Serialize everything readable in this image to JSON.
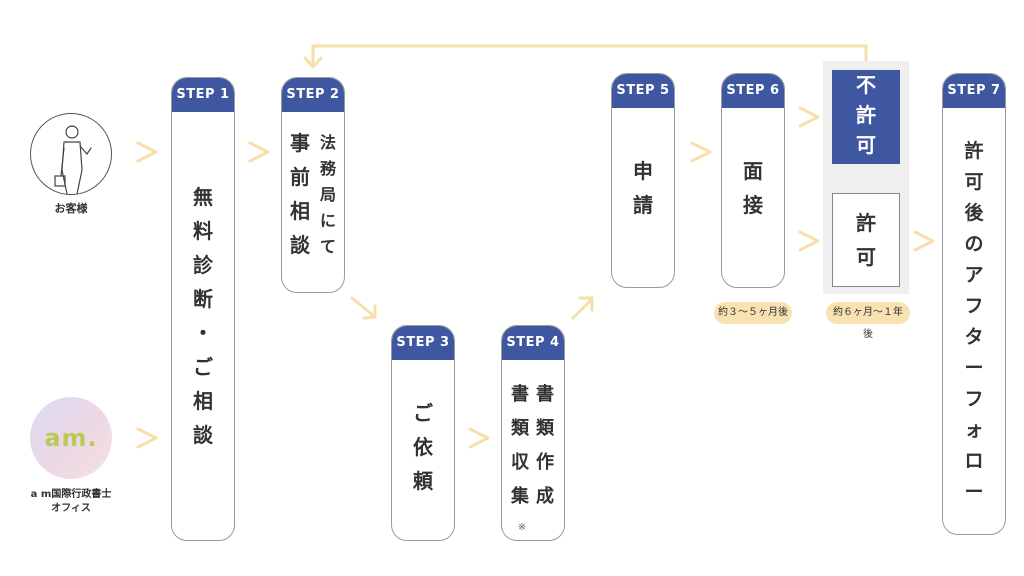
{
  "colors": {
    "accent": "#3f56a0",
    "arrow": "#f6dfa9",
    "badge": "#f9e2b2",
    "outcome_bg": "#efefef"
  },
  "customer": {
    "icon": "person-icon",
    "label": "お客様"
  },
  "office": {
    "logo_text": "am.",
    "label_line1": "a m国際行政書士",
    "label_line2": "オフィス"
  },
  "steps": {
    "s1": {
      "header": "STEP 1",
      "text": "無\n料\n診\n断\n・\nご\n相\n談"
    },
    "s2": {
      "header": "STEP 2",
      "text_a": "事\n前\n相\n談",
      "text_b": "法\n務\n局\nに\nて"
    },
    "s3": {
      "header": "STEP 3",
      "text": "ご\n依\n頼"
    },
    "s4": {
      "header": "STEP 4",
      "text_a": "書\n類\n収\n集",
      "text_b": "書\n類\n作\n成",
      "note": "※"
    },
    "s5": {
      "header": "STEP 5",
      "text": "申\n請"
    },
    "s6": {
      "header": "STEP 6",
      "text": "面\n接"
    },
    "s7": {
      "header": "STEP 7",
      "text": "許\n可\n後\nの\nア\nフ\nタ\nー\nフ\nォ\nロ\nー"
    }
  },
  "outcomes": {
    "reject": "不\n許\n可",
    "approve": "許\n可"
  },
  "badges": {
    "after_step6": "約３〜５ヶ月後",
    "after_outcome": "約６ヶ月〜１年後"
  }
}
